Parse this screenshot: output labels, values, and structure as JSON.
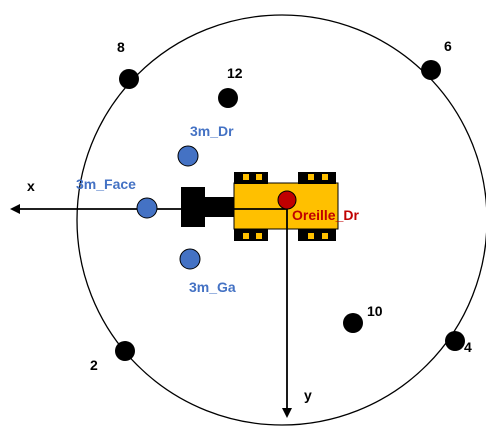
{
  "axes": {
    "x_label": "x",
    "y_label": "y"
  },
  "points": {
    "p8": "8",
    "p6": "6",
    "p12": "12",
    "p10": "10",
    "p2": "2",
    "p4": "4"
  },
  "mics": {
    "front": "3m_Face",
    "right": "3m_Dr",
    "left": "3m_Ga"
  },
  "ear": {
    "label": "Oreille_Dr"
  },
  "colors": {
    "mic_blue": "#4472c4",
    "ear_red": "#c00000",
    "tractor_yellow": "#ffc000",
    "black": "#000000"
  }
}
